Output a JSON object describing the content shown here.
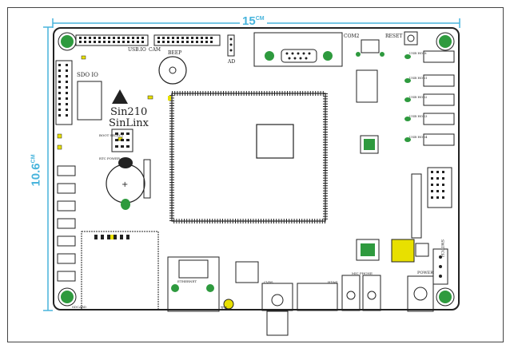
{
  "dimensions": {
    "width": "15",
    "width_unit": "CM",
    "height": "10.6",
    "height_unit": "CM"
  },
  "logo": {
    "line1": "Sin210",
    "line2": "SinLinx"
  },
  "labels": {
    "usb_io": "USB.IO",
    "cam": "CAM",
    "sdio": "SDO IO",
    "beep": "BEEP",
    "ad": "AD",
    "com2": "COM2",
    "reset": "RESET",
    "boot_select": "BOOT SELECT",
    "rtc_power": "RTC POWER",
    "usb_host0": "USB HOSt",
    "usb_host1": "USB HOS1",
    "usb_host2": "USB HOS2",
    "usb_host3": "USB HOS3",
    "usb_host4": "USB HOS4",
    "ethernet": "ETHERNET",
    "ts": "TS",
    "cvbs": "CVBS",
    "hdmi": "HDMI",
    "mic_phone": "MIC PHONE",
    "power": "POWER",
    "switch": "SWITCH",
    "sdcard": "SDCARD"
  },
  "colors": {
    "dimension": "#48b4dc",
    "hole_green": "#2e9a3e",
    "chip_yellow": "#e8e000",
    "outline": "#222222"
  }
}
